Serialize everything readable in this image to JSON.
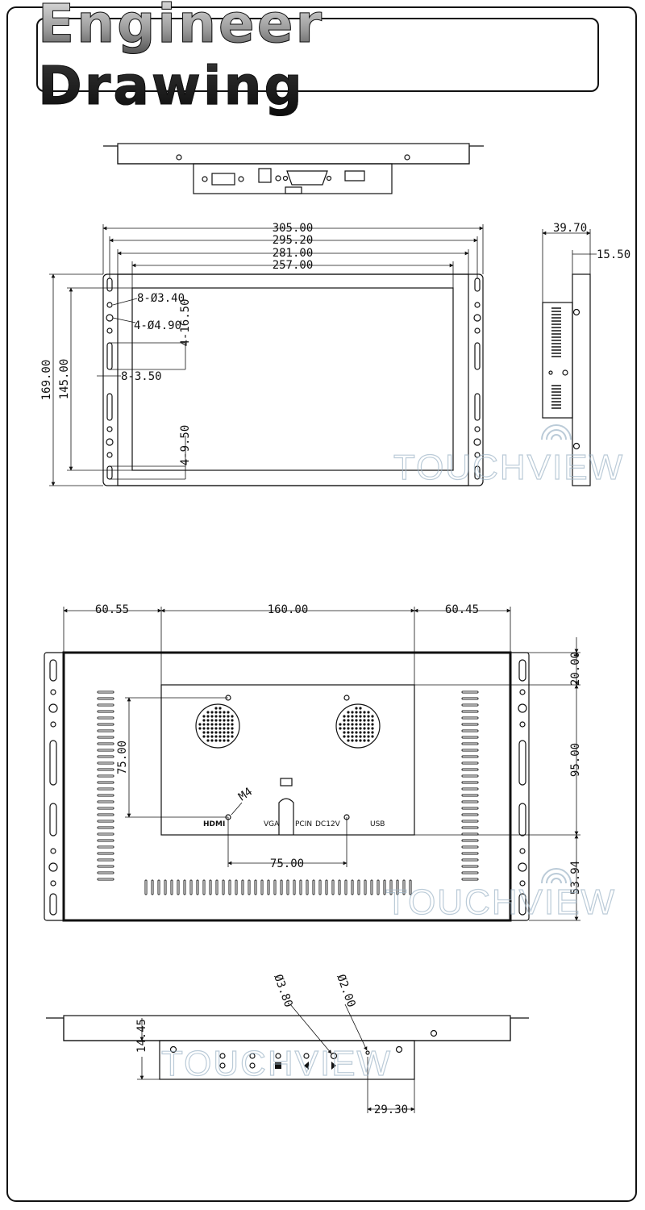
{
  "title": "Engineer Drawing",
  "watermark": "TOUCHVIEW",
  "front_view": {
    "width_305": "305.00",
    "width_295": "295.20",
    "width_281": "281.00",
    "width_257": "257.00",
    "height_169": "169.00",
    "height_145": "145.00",
    "holes_8": "8-Ø3.40",
    "holes_4": "4-Ø4.90",
    "slot_16": "4-16.50",
    "slot_8": "8-3.50",
    "slot_9": "4-9.50"
  },
  "side_view": {
    "depth": "39.70",
    "bezel": "15.50"
  },
  "rear_view": {
    "left": "60.55",
    "center": "160.00",
    "right": "60.45",
    "top": "20.00",
    "mid": "95.00",
    "bottom": "53.94",
    "vesa_v": "75.00",
    "vesa_h": "75.00",
    "screw": "M4",
    "ports": [
      "HDMI",
      "VGA",
      "PCIN",
      "DC12V",
      "USB"
    ]
  },
  "bottom_view": {
    "hole_a": "Ø3.80",
    "hole_b": "Ø2.00",
    "height": "14.45",
    "offset": "29.30",
    "buttons": [
      "menu",
      "left",
      "right"
    ]
  }
}
